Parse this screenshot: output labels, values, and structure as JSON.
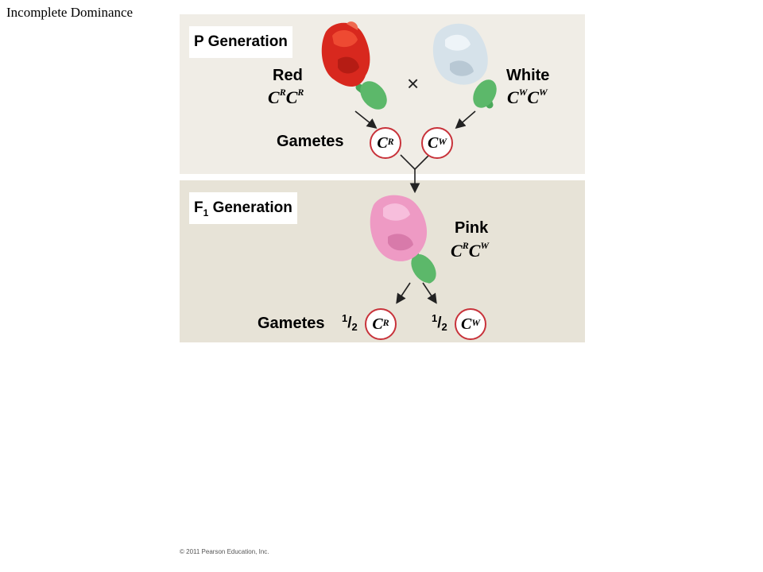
{
  "title": "Incomplete Dominance",
  "p_generation": {
    "label": "P Generation",
    "red": {
      "label": "Red",
      "genotype": [
        "C",
        "R",
        "C",
        "R"
      ]
    },
    "white": {
      "label": "White",
      "genotype": [
        "C",
        "W",
        "C",
        "W"
      ]
    },
    "cross": "×",
    "gametes_label": "Gametes",
    "gamete1": [
      "C",
      "R"
    ],
    "gamete2": [
      "C",
      "W"
    ]
  },
  "f1_generation": {
    "label_main": "F",
    "label_sub": "1",
    "label_rest": " Generation",
    "pink": {
      "label": "Pink",
      "genotype": [
        "C",
        "R",
        "C",
        "W"
      ]
    },
    "gametes_label": "Gametes",
    "fraction_num": "1",
    "fraction_slash": "/",
    "fraction_den": "2",
    "gamete1": [
      "C",
      "R"
    ],
    "gamete2": [
      "C",
      "W"
    ]
  },
  "colors": {
    "red_flower": "#d8281e",
    "white_flower": "#d6e2ea",
    "pink_flower": "#ee9ac4",
    "stem": "#4aa85a",
    "circle": "#c8323a"
  },
  "copyright": "© 2011 Pearson Education, Inc."
}
